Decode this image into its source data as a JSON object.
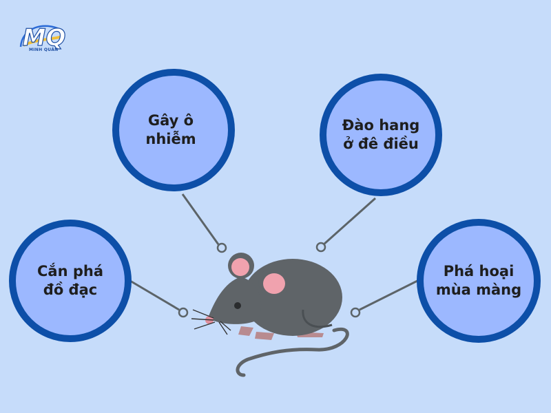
{
  "logo": {
    "mark": "MQ",
    "caption": "MINH QUÂN"
  },
  "bubbles": {
    "pollution": "Gây ô\nnhiễm",
    "burrow": "Đào hang\nở đê điều",
    "furniture": "Cắn phá\nđồ đạc",
    "crops": "Phá hoại\nmùa màng"
  },
  "colors": {
    "background": "#c6dcfa",
    "bubble_fill": "#9cb8ff",
    "bubble_ring": "#0d4fa8",
    "connector": "#5c6468",
    "mouse_body": "#5f6468",
    "ear_inner": "#f0a2ae"
  },
  "illustration": {
    "icon": "mouse-icon"
  }
}
